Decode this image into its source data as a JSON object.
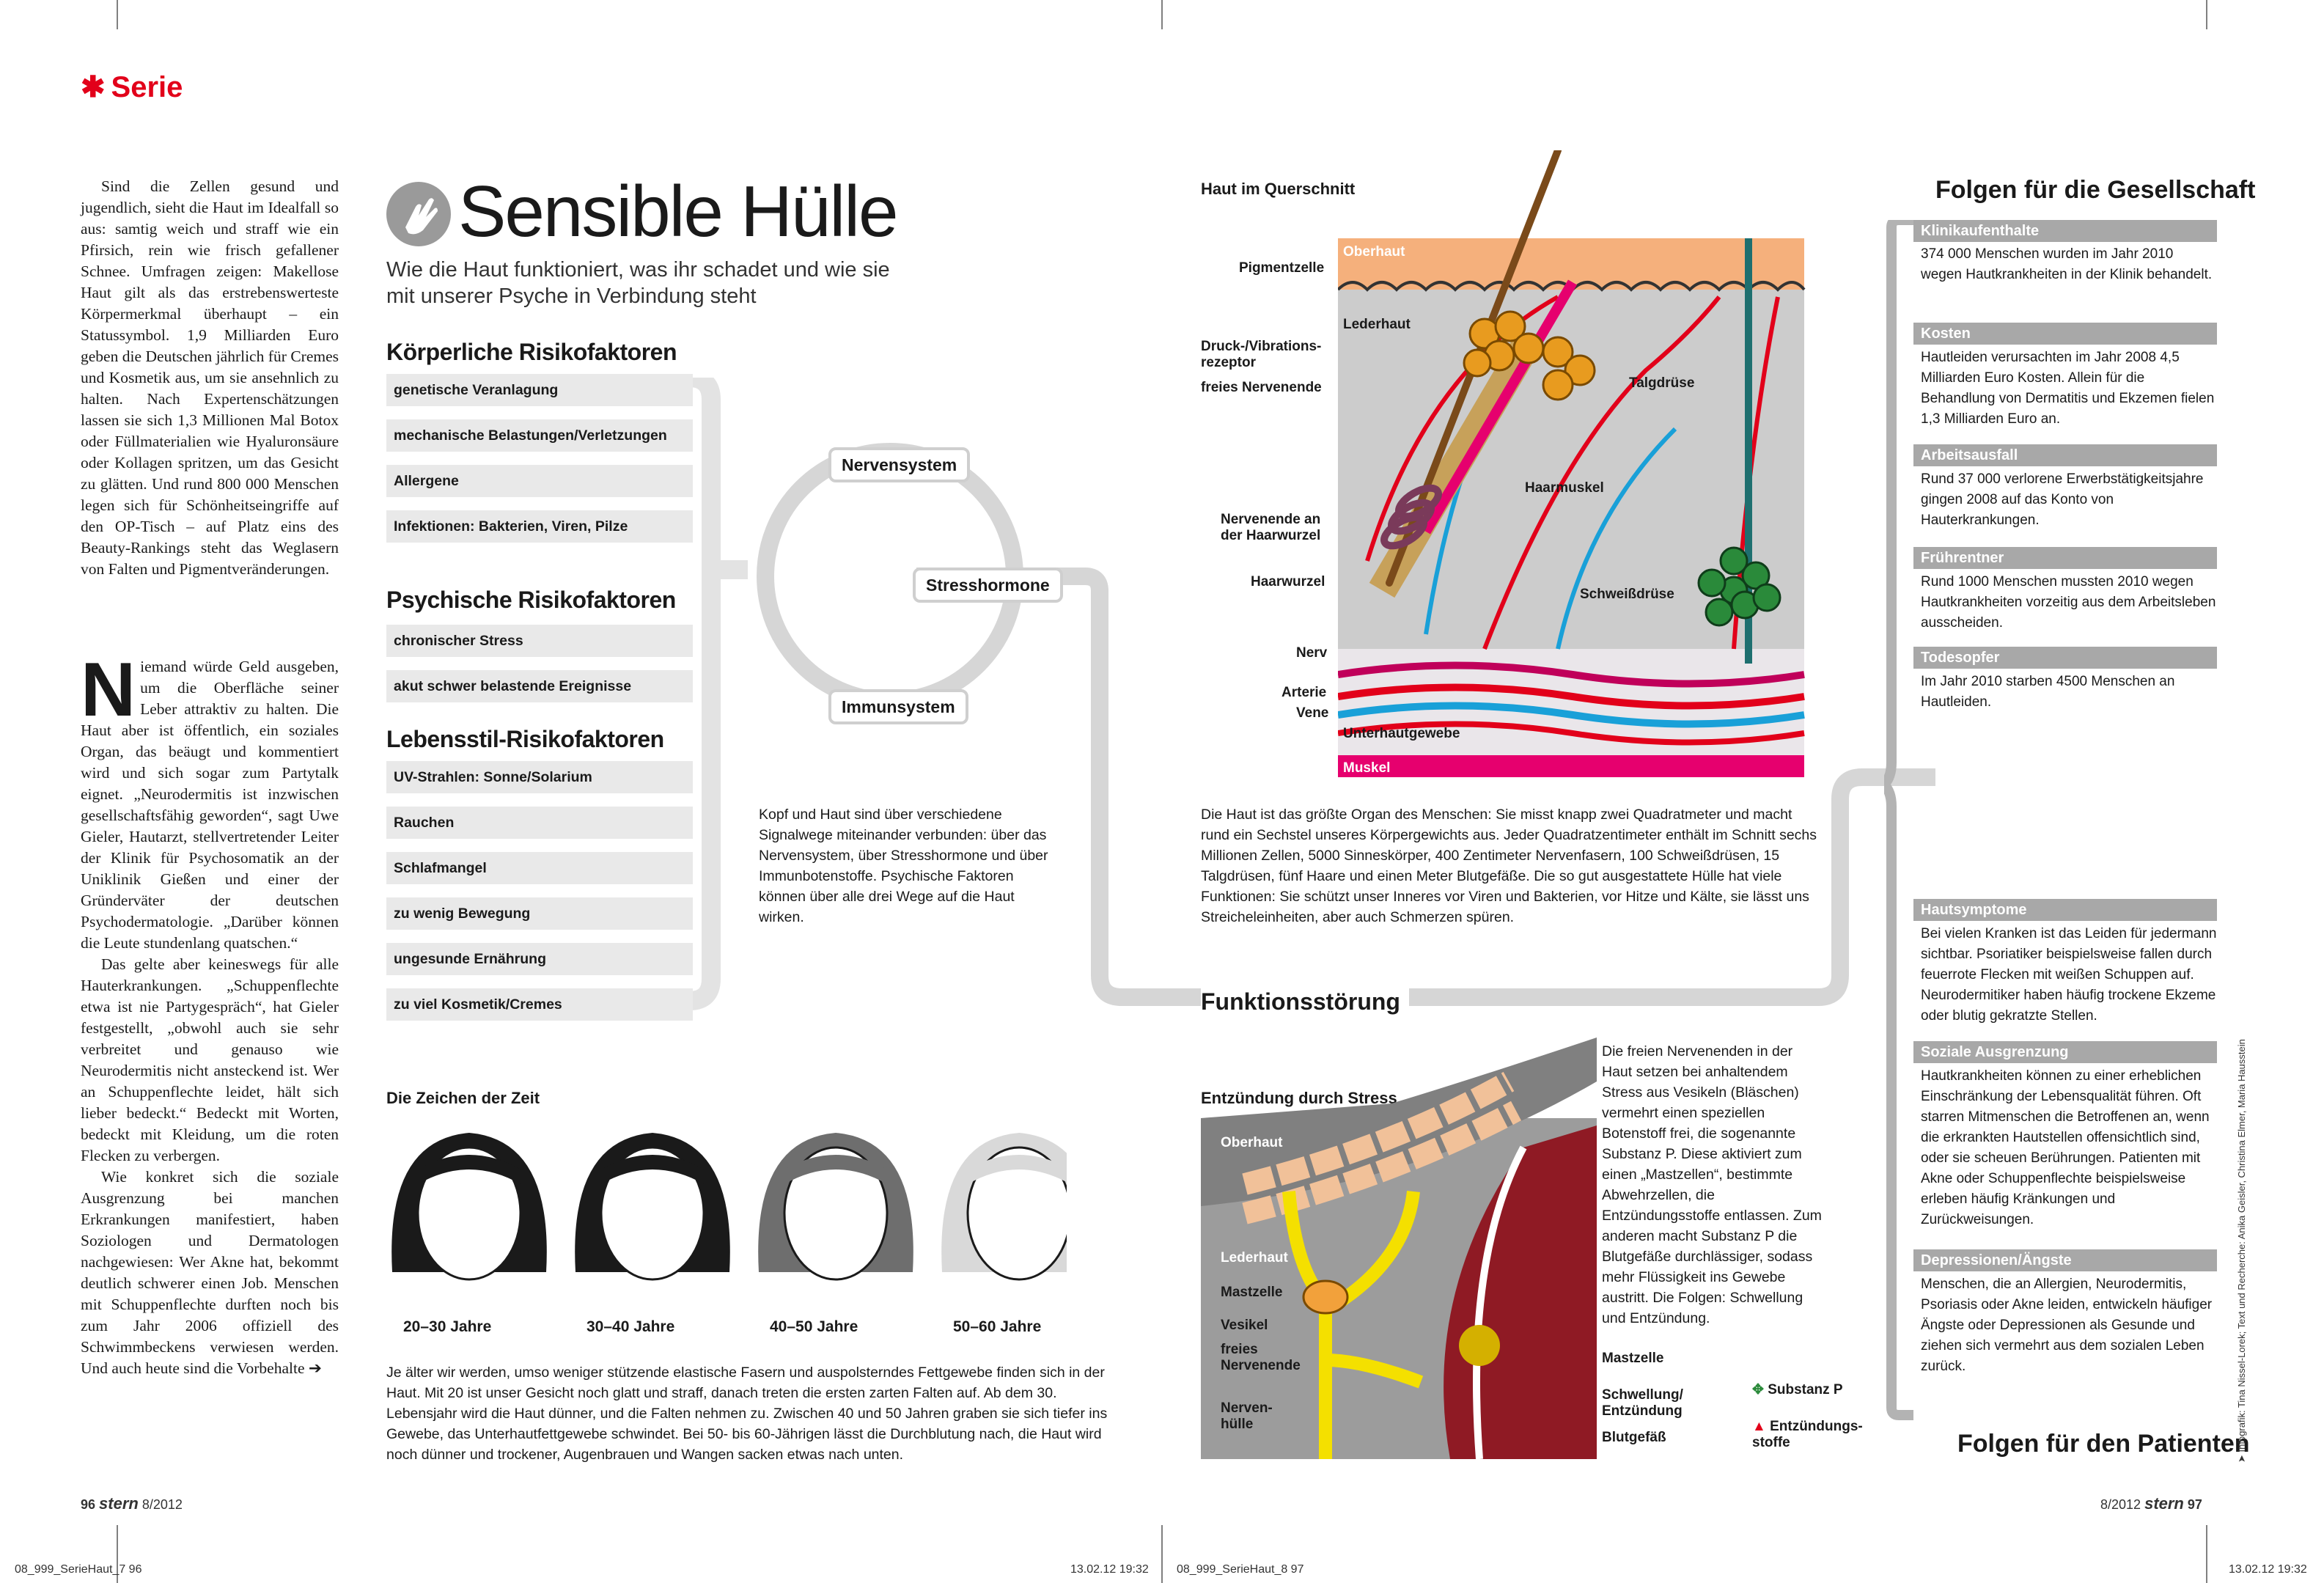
{
  "header": {
    "series": "Serie"
  },
  "article": {
    "p1": "Sind die Zellen gesund und jugendlich, sieht die Haut im Idealfall so aus: samtig weich und straff wie ein Pfirsich, rein wie frisch gefallener Schnee. Umfragen zeigen: Makellose Haut gilt als das erstrebenswerteste Körpermerkmal überhaupt – ein Statussymbol. 1,9 Milliarden Euro geben die Deutschen jährlich für Cremes und Kosmetik aus, um sie ansehnlich zu halten. Nach Expertenschätzungen lassen sie sich 1,3 Millionen Mal Botox oder Füllmaterialien wie Hyaluronsäure oder Kollagen spritzen, um das Gesicht zu glätten. Und rund 800 000 Menschen legen sich für Schönheitseingriffe auf den OP-Tisch – auf Platz eins des Beauty-Rankings steht das Weglasern von Falten und Pigmentveränderungen.",
    "dropcap": "N",
    "p2": "iemand würde Geld ausgeben, um die Oberfläche seiner Leber attraktiv zu halten. Die Haut aber ist öffentlich, ein soziales Organ, das beäugt und kommentiert wird und sich sogar zum Partytalk eignet. „Neurodermitis ist inzwischen gesellschaftsfähig geworden“, sagt Uwe Gieler, Hautarzt, stellvertretender Leiter der Klinik für Psychosomatik an der Uniklinik Gießen und einer der Gründerväter der deutschen Psychodermatologie. „Darüber können die Leute stundenlang quatschen.“",
    "p3": "Das gelte aber keineswegs für alle Hauterkrankungen. „Schuppenflechte etwa ist nie Partygespräch“, hat Gieler festgestellt, „obwohl auch sie sehr verbreitet und genauso wie Neurodermitis nicht ansteckend ist. Wer an Schuppenflechte leidet, hält sich lieber bedeckt.“ Bedeckt mit Worten, bedeckt mit Kleidung, um die roten Flecken zu verbergen.",
    "p4": "Wie konkret sich die soziale Ausgrenzung bei manchen Erkrankungen manifestiert, haben Soziologen und Dermatologen nachgewiesen: Wer Akne hat, bekommt deutlich schwerer einen Job. Menschen mit Schuppenflechte durften noch bis zum Jahr 2006 offiziell des Schwimmbeckens verwiesen werden. Und auch heute sind die Vorbehalte ➔"
  },
  "title": "Sensible Hülle",
  "subtitle": "Wie die Haut funktioniert, was ihr schadet und wie sie mit unserer Psyche in Verbindung steht",
  "risk": {
    "physical_title": "Körperliche Risikofaktoren",
    "physical": [
      "genetische Veranlagung",
      "mechanische Belastungen/Verletzungen",
      "Allergene",
      "Infektionen: Bakterien, Viren, Pilze"
    ],
    "psych_title": "Psychische Risikofaktoren",
    "psych": [
      "chronischer Stress",
      "akut schwer belastende Ereignisse"
    ],
    "life_title": "Lebensstil-Risikofaktoren",
    "life": [
      "UV-Strahlen: Sonne/Solarium",
      "Rauchen",
      "Schlafmangel",
      "zu wenig Bewegung",
      "ungesunde Ernährung",
      "zu viel Kosmetik/Cremes"
    ]
  },
  "cycle": {
    "nerv": "Nervensystem",
    "stress": "Stresshormone",
    "immun": "Immunsystem",
    "text": "Kopf und Haut sind über verschiedene Signalwege miteinander verbunden: über das Nervensystem, über Stresshormone und über Immunbotenstoffe. Psychische Faktoren können über alle drei Wege auf die Haut wirken."
  },
  "cross_section": {
    "title": "Haut im Querschnitt",
    "labels": {
      "pigment": "Pigmentzelle",
      "druck": "Druck-/Vibrations-\nrezeptor",
      "freies": "freies Nervenende",
      "nervenende": "Nervenende an\nder Haarwurzel",
      "haarwurzel": "Haarwurzel",
      "nerv": "Nerv",
      "arterie": "Arterie",
      "vene": "Vene",
      "oberhaut": "Oberhaut",
      "lederhaut": "Lederhaut",
      "talg": "Talgdrüse",
      "haarmuskel": "Haarmuskel",
      "schweiss": "Schweißdrüse",
      "unterhaut": "Unterhautgewebe",
      "muskel": "Muskel"
    },
    "text": "Die Haut ist das größte Organ des Menschen: Sie misst knapp zwei Quadratmeter und macht rund ein Sechstel unseres Körpergewichts aus. Jeder Quadratzentimeter enthält im Schnitt sechs Millionen Zellen, 5000 Sinneskörper, 400 Zentimeter Nervenfasern, 100 Schweißdrüsen, 15 Talgdrüsen, fünf Haare und einen Meter Blutgefäße. Die so gut ausgestattete Hülle hat viele Funktionen: Sie schützt unser Inneres vor Viren und Bakterien, vor Hitze und Kälte, sie lässt uns Streicheleinheiten, aber auch Schmerzen spüren."
  },
  "funktion": {
    "title": "Funktionsstörung"
  },
  "inflammation": {
    "title": "Entzündung durch Stress",
    "labels": {
      "oberhaut": "Oberhaut",
      "lederhaut": "Lederhaut",
      "mastzelle": "Mastzelle",
      "vesikel": "Vesikel",
      "freies": "freies\nNervenende",
      "huelle": "Nerven-\nhülle",
      "mastzelle2": "Mastzelle",
      "schwellung": "Schwellung/\nEntzündung",
      "blutgefaess": "Blutgefäß",
      "substanz": "Substanz P",
      "entzuend": "Entzündungs-\nstoffe"
    },
    "text": "Die freien Nervenenden in der Haut setzen bei anhaltendem Stress aus Vesikeln (Bläschen) vermehrt einen speziellen Botenstoff frei, die sogenannte Substanz P. Diese aktiviert zum einen „Mastzellen“, bestimmte Abwehrzellen, die Entzündungsstoffe entlassen. Zum anderen macht Substanz P die Blutgefäße durchlässiger, sodass mehr Flüssigkeit ins Gewebe austritt. Die Folgen: Schwellung und Entzündung."
  },
  "aging": {
    "title": "Die Zeichen der Zeit",
    "ages": [
      "20–30 Jahre",
      "30–40 Jahre",
      "40–50 Jahre",
      "50–60 Jahre"
    ],
    "text": "Je älter wir werden, umso weniger stützende elastische Fasern und auspolsterndes Fettgewebe finden sich in der Haut. Mit 20 ist unser Gesicht noch glatt und straff, danach treten die ersten zarten Falten auf. Ab dem 30. Lebensjahr wird die Haut dünner, und die Falten nehmen zu. Zwischen 40 und 50 Jahren graben sie sich tiefer ins Gewebe, das Unterhautfettgewebe schwindet. Bei 50- bis 60-Jährigen lässt die Durchblutung nach, die Haut wird noch dünner und trockener, Augenbrauen und Wangen sacken etwas nach unten."
  },
  "society": {
    "title": "Folgen für die Gesellschaft",
    "blocks": [
      {
        "head": "Klinikaufenthalte",
        "body": "374 000 Menschen wurden im Jahr 2010 wegen Hautkrankheiten in der Klinik behandelt."
      },
      {
        "head": "Kosten",
        "body": "Hautleiden verursachten im Jahr 2008 4,5 Milliarden Euro Kosten. Allein für die Behandlung von Dermatitis und Ekzemen fielen 1,3 Milliarden Euro an."
      },
      {
        "head": "Arbeitsausfall",
        "body": "Rund 37 000 verlorene Erwerbstätigkeitsjahre gingen 2008 auf das Konto von Hauterkrankungen."
      },
      {
        "head": "Frührentner",
        "body": "Rund 1000 Menschen mussten 2010 wegen Hautkrankheiten vorzeitig aus dem Arbeitsleben ausscheiden."
      },
      {
        "head": "Todesopfer",
        "body": "Im Jahr 2010 starben 4500 Menschen an Hautleiden."
      }
    ]
  },
  "patients": {
    "title": "Folgen für den Patienten",
    "blocks": [
      {
        "head": "Hautsymptome",
        "body": "Bei vielen Kranken ist das Leiden für jedermann sichtbar. Psoriatiker beispielsweise fallen durch feuerrote Flecken mit weißen Schuppen auf. Neurodermitiker haben häufig trockene Ekzeme oder blutig gekratzte Stellen."
      },
      {
        "head": "Soziale Ausgrenzung",
        "body": "Hautkrankheiten können zu einer erheblichen Einschränkung der Lebensqualität führen. Oft starren Mitmenschen die Betroffenen an, wenn die erkrankten Hautstellen offensichtlich sind, oder sie scheuen Berührungen. Patienten mit Akne oder Schuppenflechte beispielsweise erleben häufig Kränkungen und Zurückweisungen."
      },
      {
        "head": "Depressionen/Ängste",
        "body": "Menschen, die an Allergien, Neurodermitis, Psoriasis oder Akne leiden, entwickeln häufiger Ängste oder Depressionen als Gesunde und ziehen sich vermehrt aus dem sozialen Leben zurück."
      }
    ]
  },
  "credit": "➤ Infografik: Tina Nissel-Lorek; Text und Recherche: Anika Geisler, Christina Elmer, Maria Hausstein",
  "footer": {
    "left_page": "96",
    "left_brand": "stern",
    "left_issue": "8/2012",
    "right_issue": "8/2012",
    "right_brand": "stern",
    "right_page": "97",
    "slug_left": "08_999_SerieHaut_7  96",
    "slug_left_date": "13.02.12  19:32",
    "slug_right": "08_999_SerieHaut_8  97",
    "slug_right_date": "13.02.12  19:32"
  },
  "colors": {
    "accent": "#e2001a",
    "grey": "#a8a8a8",
    "light": "#e9e9e9"
  }
}
